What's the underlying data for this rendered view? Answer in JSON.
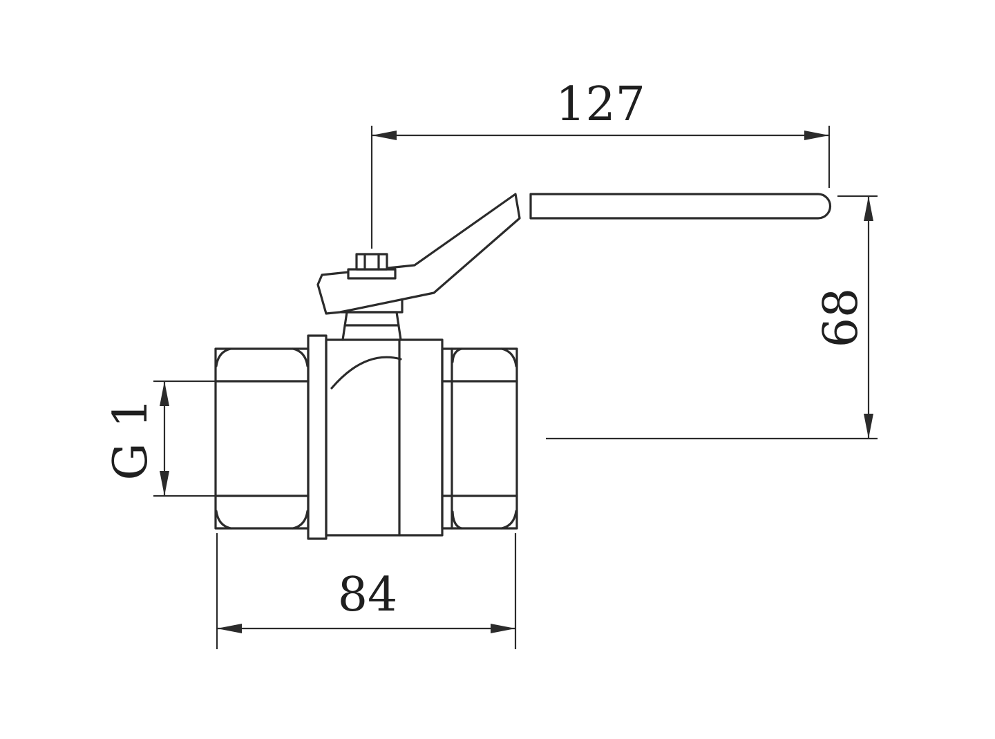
{
  "dimensions": {
    "handle_length": "127",
    "handle_height": "68",
    "thread_size": "G 1",
    "body_length": "84"
  },
  "colors": {
    "line": "#2b2b2b",
    "background": "#ffffff"
  }
}
